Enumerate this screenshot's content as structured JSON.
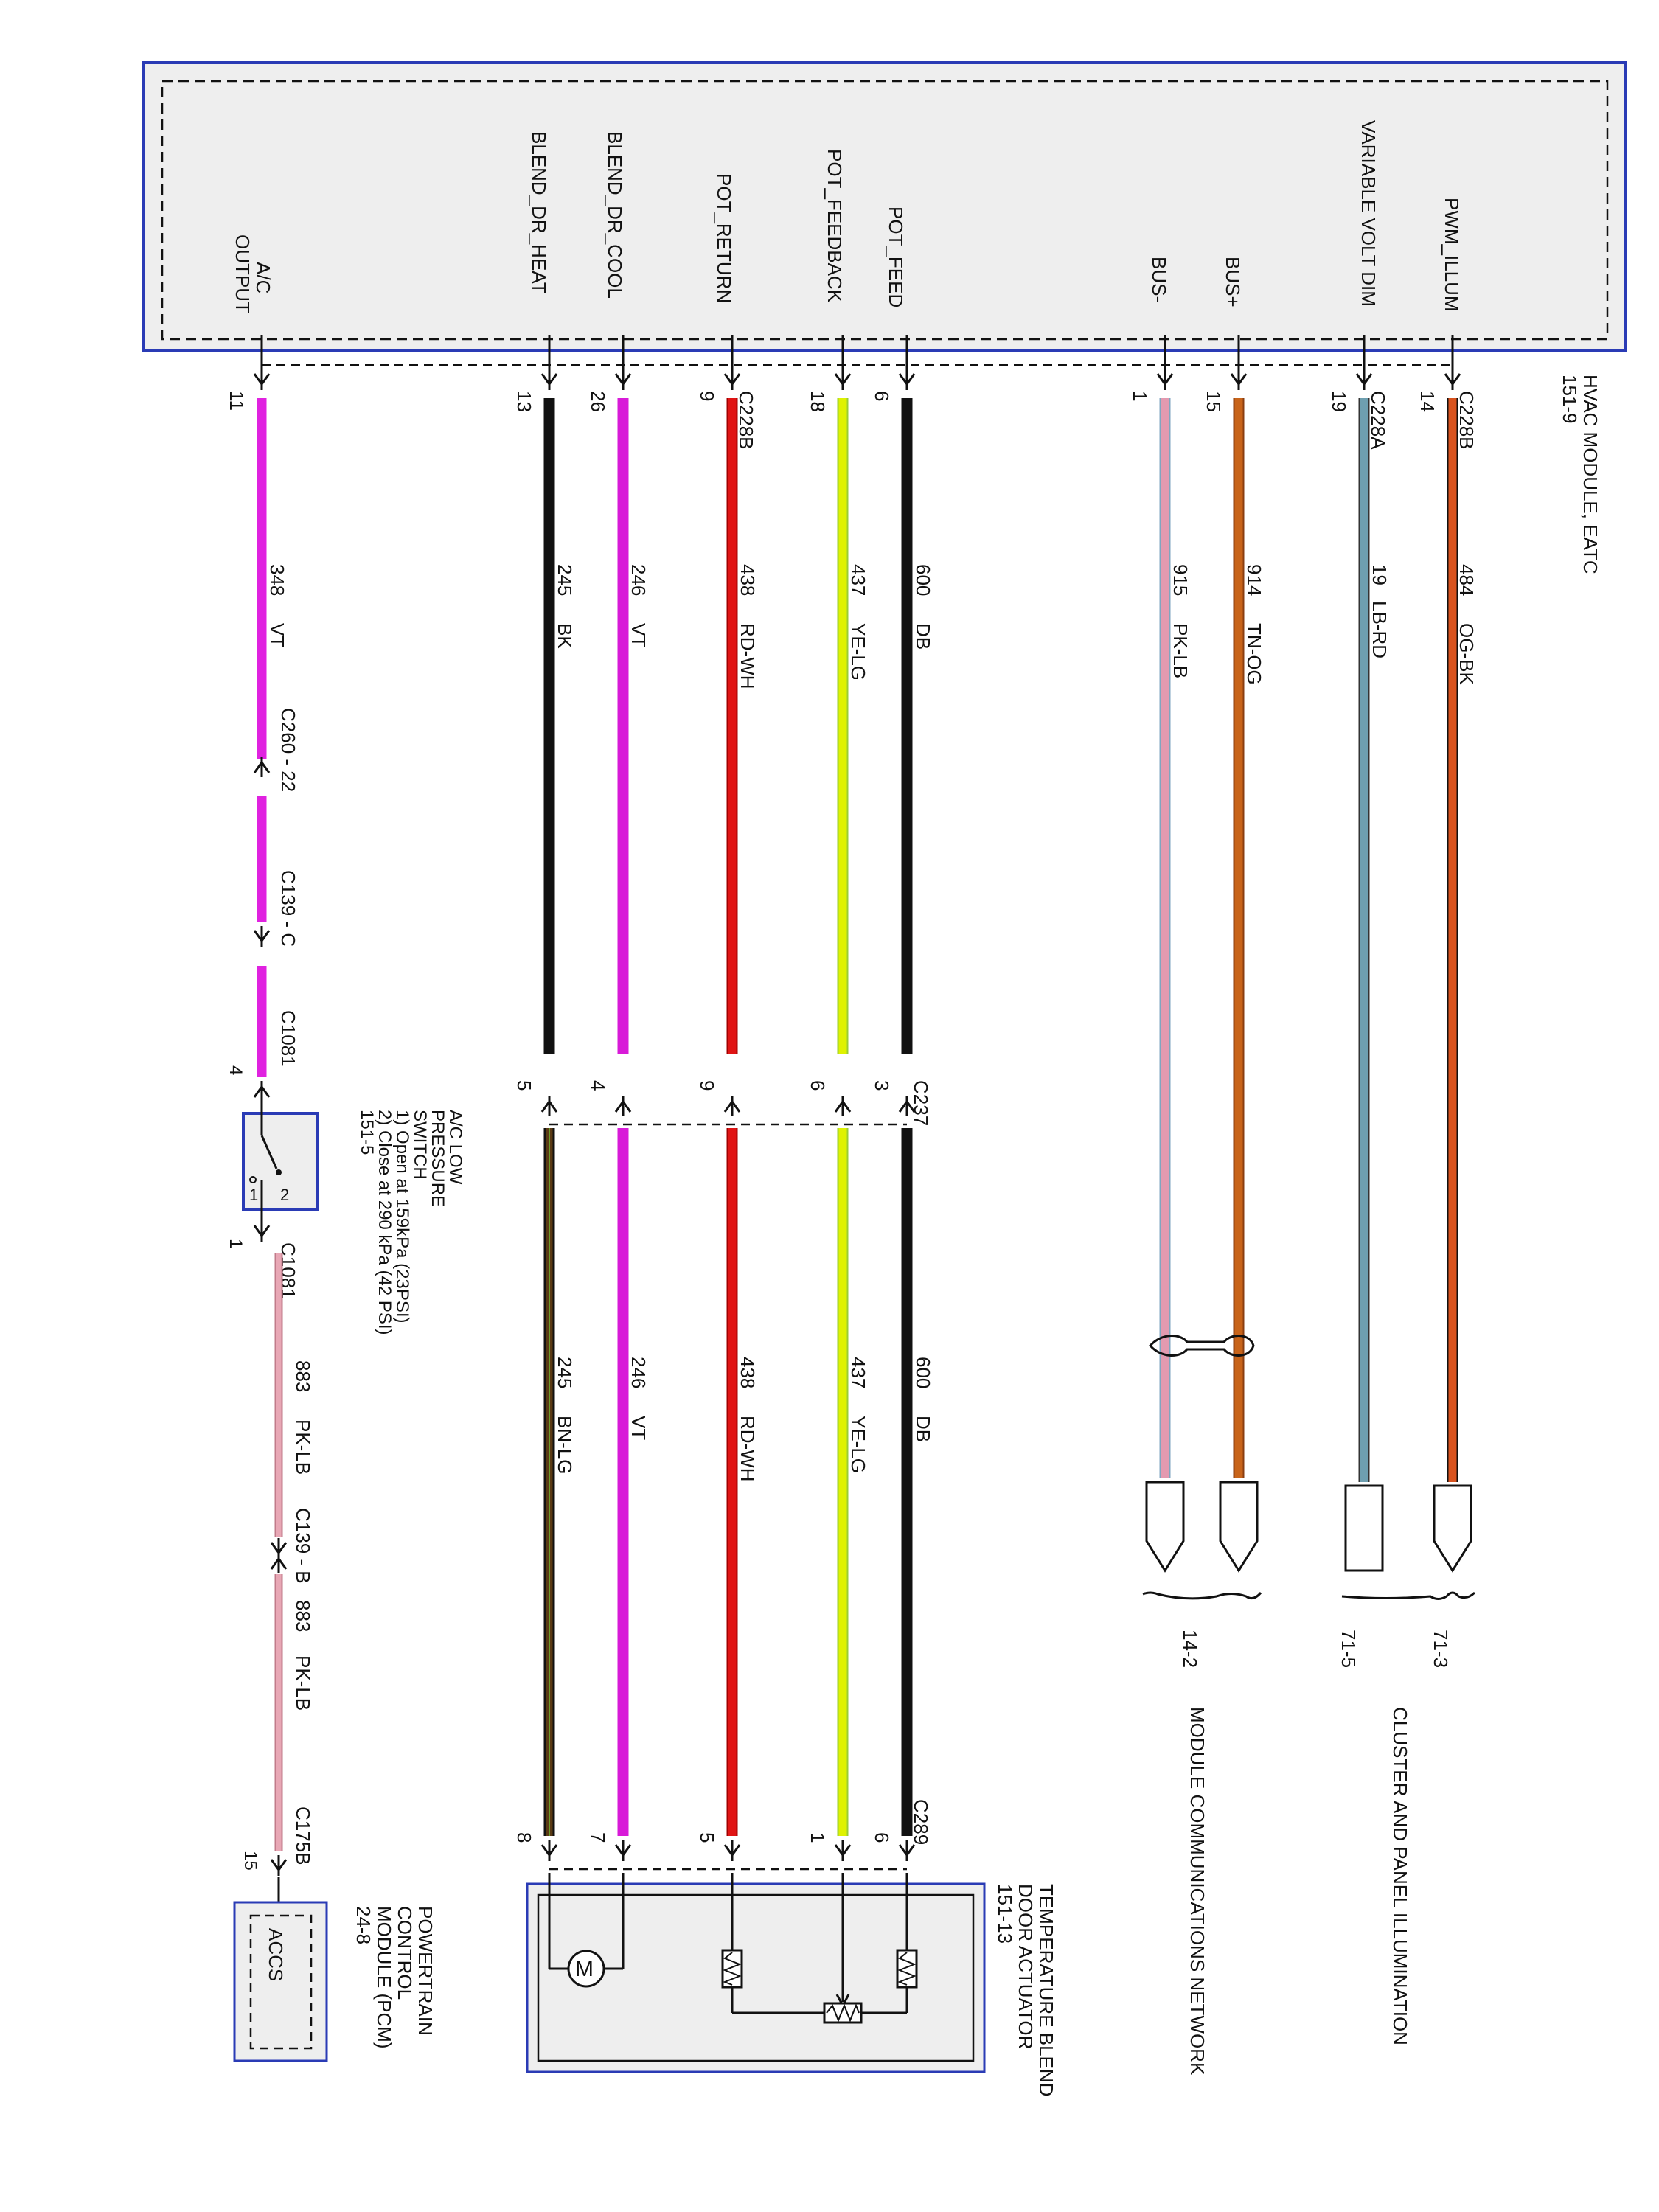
{
  "hvac_module": {
    "name": "HVAC MODULE, EATC",
    "ref": "151-9",
    "pins": [
      "PWM_ILLUM",
      "VARIABLE VOLT DIM",
      "BUS+",
      "BUS-",
      "POT_FEED",
      "POT_FEEDBACK",
      "POT_RETURN",
      "BLEND_DR_COOL",
      "BLEND_DR_HEAT",
      "A/C",
      "OUTPUT"
    ],
    "connectors": [
      "C228B",
      "C228A",
      "C228B"
    ]
  },
  "wires": [
    {
      "pin": "14",
      "circuit": "484",
      "color_code": "OG-BK",
      "color": "#d9531e",
      "stripe": "#111111"
    },
    {
      "pin": "19",
      "circuit": "19",
      "color_code": "LB-RD",
      "color": "#6e9fb0",
      "stripe": "#333333"
    },
    {
      "pin": "15",
      "circuit": "914",
      "color_code": "TN-OG",
      "color": "#c8641a",
      "stripe": "#8a3e10"
    },
    {
      "pin": "1",
      "circuit": "915",
      "color_code": "PK-LB",
      "color": "#e39ab0",
      "stripe": "#7fa6c0"
    },
    {
      "pin": "6",
      "circuit": "600",
      "color_code": "DB",
      "color": "#111111",
      "stripe": "#111111"
    },
    {
      "pin": "18",
      "circuit": "437",
      "color_code": "YE-LG",
      "color": "#dff200",
      "stripe": "#9acd32"
    },
    {
      "pin": "9",
      "circuit": "438",
      "color_code": "RD-WH",
      "color": "#e01414",
      "stripe": "#a00000"
    },
    {
      "pin": "26",
      "circuit": "246",
      "color_code": "VT",
      "color": "#d81ad8",
      "stripe": "#d81ad8"
    },
    {
      "pin": "13",
      "circuit": "245",
      "color_code": "BK",
      "color": "#111111",
      "stripe": "#111111"
    },
    {
      "pin": "11",
      "circuit": "348",
      "color_code": "VT",
      "color": "#e022e0",
      "stripe": "#e022e0"
    }
  ],
  "inline_connectors": {
    "c237": "C237",
    "c237_pins": [
      "3",
      "6",
      "9",
      "4",
      "5"
    ],
    "c289": "C289",
    "c289_pins": [
      "6",
      "1",
      "5",
      "7",
      "8"
    ],
    "lower_wires": [
      {
        "circuit": "600",
        "color_code": "DB"
      },
      {
        "circuit": "437",
        "color_code": "YE-LG"
      },
      {
        "circuit": "438",
        "color_code": "RD-WH"
      },
      {
        "circuit": "246",
        "color_code": "VT"
      },
      {
        "circuit": "245",
        "color_code": "BN-LG"
      }
    ]
  },
  "ac_circuit": {
    "c260": "C260 - 22",
    "c139c": "C139 - C",
    "c1081_upper": "C1081",
    "pin_upper": "4",
    "pin_lower": "1",
    "c1081_lower": "C1081",
    "circuit_lower": "883",
    "color_lower": "PK-LB",
    "c139b": "C139 - B",
    "c175b": "C175B",
    "pcm_pin": "15"
  },
  "switch": {
    "title_lines": [
      "A/C LOW",
      "PRESSURE",
      "SWITCH",
      "1) Open at 159kPa (23PSI)",
      "2) Close at 290 kPa (42 PSI)",
      "151-5"
    ],
    "contact1": "1",
    "contact2": "2"
  },
  "actuator": {
    "lines": [
      "TEMPERATURE BLEND",
      "DOOR ACTUATOR",
      "151-13"
    ]
  },
  "pcm": {
    "lines": [
      "POWERTRAIN",
      "CONTROL",
      "MODULE (PCM)",
      "24-8"
    ],
    "inner": "ACCS"
  },
  "destinations": {
    "d1": "71-3",
    "d2": "71-5",
    "d3": "14-2",
    "group1": "CLUSTER AND PANEL ILLUMINATION",
    "group2": "MODULE COMMUNICATIONS NETWORK"
  }
}
